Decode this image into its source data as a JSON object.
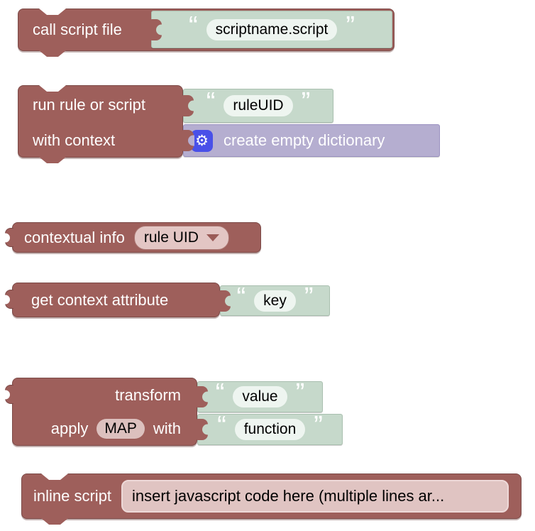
{
  "quote_open": "“",
  "quote_close": "”",
  "icons": {
    "gear": "⚙"
  },
  "colors": {
    "block_red": "#9e5f5b",
    "block_red_border": "#7c4a47",
    "string_block_green": "#c6d9cb",
    "dictionary_block_purple": "#b5aed0",
    "field_pill_white": "#eef5f0",
    "field_pink": "#e0c4c2",
    "gear_button_blue": "#4950e8"
  },
  "blocks": {
    "call_script_file": {
      "label": "call script file",
      "script_name": "scriptname.script"
    },
    "run_rule_or_script": {
      "row1_label": "run rule or script",
      "row2_label": "with context",
      "rule_uid": "ruleUID",
      "context_value": "create empty dictionary"
    },
    "contextual_info": {
      "label": "contextual info",
      "selected_option": "rule UID"
    },
    "get_context_attribute": {
      "label": "get context attribute",
      "key": "key"
    },
    "transform": {
      "row1_label": "transform",
      "row2_prefix": "apply",
      "transformation_type": "MAP",
      "row2_suffix": "with",
      "value": "value",
      "function": "function"
    },
    "inline_script": {
      "label": "inline script",
      "code": "insert javascript code here (multiple lines ar..."
    }
  }
}
